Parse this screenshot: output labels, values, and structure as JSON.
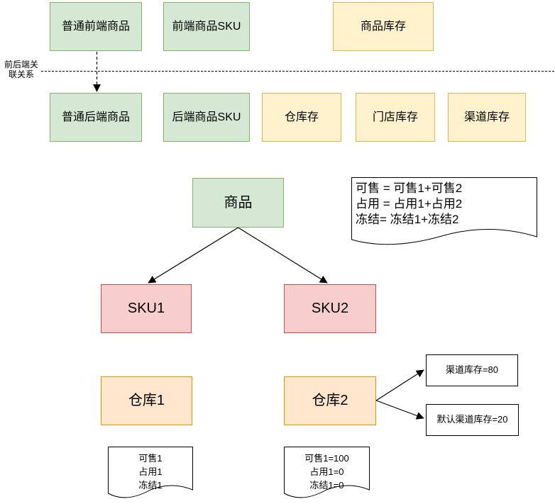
{
  "diagram": {
    "top": {
      "front_product": "普通前端商品",
      "front_sku": "前端商品SKU",
      "product_inventory": "商品库存",
      "back_product": "普通后端商品",
      "back_sku": "后端商品SKU",
      "warehouse_inventory": "仓库存",
      "store_inventory": "门店库存",
      "channel_inventory": "渠道库存",
      "divider_label": "前后端关\n联关系"
    },
    "tree": {
      "product": "商品",
      "sku1": "SKU1",
      "sku2": "SKU2",
      "warehouse1": "仓库1",
      "warehouse2": "仓库2",
      "channel_stock": "渠道库存=80",
      "default_channel_stock": "默认渠道库存=20",
      "formula_note": {
        "lines": [
          "可售 = 可售1+可售2",
          "占用 = 占用1+占用2",
          "冻结= 冻结1+冻结2"
        ]
      },
      "wh1_note": {
        "lines": [
          "可售1",
          "占用1",
          "冻结1"
        ]
      },
      "wh2_note": {
        "lines": [
          "可售1=100",
          "占用1=0",
          "冻结1=0"
        ]
      }
    },
    "colors": {
      "green_fill": "#d5e8d4",
      "green_border": "#82b366",
      "yellow_fill": "#fff2cc",
      "yellow_border": "#d6b656",
      "orange_fill": "#ffe6cc",
      "orange_border": "#d79b00",
      "red_fill": "#f8cecc",
      "red_border": "#b85450",
      "edge_color": "#000000"
    }
  }
}
